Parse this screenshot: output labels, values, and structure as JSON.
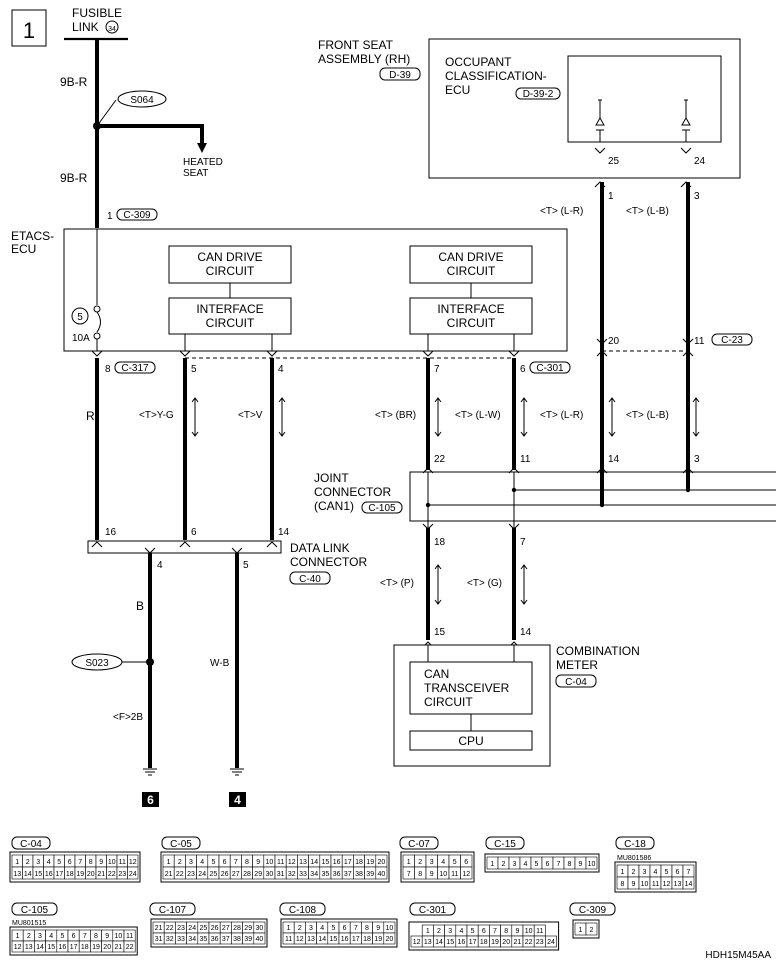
{
  "page_number": "1",
  "drawing_id": "HDH15M45AA",
  "fusible_link": {
    "label_line1": "FUSIBLE",
    "label_line2": "LINK",
    "number": "34"
  },
  "splices": {
    "s064": "S064",
    "s023": "S023"
  },
  "wires": {
    "top_1": "9B-R",
    "top_2": "9B-R",
    "r": "R",
    "b": "B",
    "wb": "W-B",
    "f2b": "<F>2B",
    "t_yg": "<T>Y-G",
    "t_v": "<T>V",
    "t_br": "<T> (BR)",
    "t_lw": "<T> (L-W)",
    "t_lr": "<T> (L-R)",
    "t_lb": "<T> (L-B)",
    "t_lr_top": "<T> (L-R)",
    "t_lb_top": "<T> (L-B)",
    "t_p": "<T> (P)",
    "t_g": "<T> (G)"
  },
  "heated_seat": {
    "line1": "HEATED",
    "line2": "SEAT"
  },
  "etacs": {
    "label_line1": "ETACS-",
    "label_line2": "ECU",
    "fuse_number": "5",
    "fuse_rating": "10A",
    "blocks": [
      {
        "line1": "CAN DRIVE",
        "line2": "CIRCUIT"
      },
      {
        "line1": "INTERFACE",
        "line2": "CIRCUIT"
      },
      {
        "line1": "CAN DRIVE",
        "line2": "CIRCUIT"
      },
      {
        "line1": "INTERFACE",
        "line2": "CIRCUIT"
      }
    ]
  },
  "front_seat": {
    "label_line1": "FRONT SEAT",
    "label_line2": "ASSEMBLY (RH)",
    "connector": "D-39",
    "ecu_line1": "OCCUPANT",
    "ecu_line2": "CLASSIFICATION-",
    "ecu_line3": "ECU",
    "ecu_connector": "D-39-2"
  },
  "joint_connector": {
    "line1": "JOINT",
    "line2": "CONNECTOR",
    "line3": "(CAN1)",
    "connector": "C-105"
  },
  "data_link_connector": {
    "line1": "DATA LINK",
    "line2": "CONNECTOR",
    "connector": "C-40"
  },
  "combination_meter": {
    "line1": "COMBINATION",
    "line2": "METER",
    "connector": "C-04",
    "transceiver_line1": "CAN",
    "transceiver_line2": "TRANSCEIVER",
    "transceiver_line3": "CIRCUIT",
    "cpu": "CPU"
  },
  "pins": {
    "c309_pin": "1",
    "c309": "C-309",
    "c317_pin": "8",
    "c317": "C-317",
    "etacs_5": "5",
    "etacs_4": "4",
    "etacs_7": "7",
    "c301_pin": "6",
    "c301": "C-301",
    "seat_25": "25",
    "seat_24": "24",
    "seat_1": "1",
    "seat_3": "3",
    "c23_20": "20",
    "c23_11": "11",
    "c23": "C-23",
    "j_22": "22",
    "j_11": "11",
    "j_14": "14",
    "j_3": "3",
    "j_18": "18",
    "j_7": "7",
    "dl_16": "16",
    "dl_6": "6",
    "dl_14": "14",
    "dl_4": "4",
    "dl_5": "5",
    "cm_15": "15",
    "cm_14": "14"
  },
  "grounds": {
    "g6": "6",
    "g4": "4"
  },
  "connector_views": [
    {
      "id": "C-04",
      "part": "",
      "rows": [
        [
          "1",
          "2",
          "3",
          "4",
          "5",
          "6",
          "7",
          "8",
          "9",
          "10",
          "11",
          "12"
        ],
        [
          "13",
          "14",
          "15",
          "16",
          "17",
          "18",
          "19",
          "20",
          "21",
          "22",
          "23",
          "24"
        ]
      ]
    },
    {
      "id": "C-05",
      "part": "",
      "rows": [
        [
          "1",
          "2",
          "3",
          "4",
          "5",
          "6",
          "7",
          "8",
          "9",
          "10",
          "11",
          "12",
          "13",
          "14",
          "15",
          "16",
          "17",
          "18",
          "19",
          "20"
        ],
        [
          "21",
          "22",
          "23",
          "24",
          "25",
          "26",
          "27",
          "28",
          "29",
          "30",
          "31",
          "32",
          "33",
          "34",
          "35",
          "36",
          "37",
          "38",
          "39",
          "40"
        ]
      ]
    },
    {
      "id": "C-07",
      "part": "",
      "rows": [
        [
          "1",
          "2",
          "3",
          "4",
          "5",
          "6"
        ],
        [
          "7",
          "8",
          "9",
          "10",
          "11",
          "12"
        ]
      ]
    },
    {
      "id": "C-15",
      "part": "",
      "rows": [
        [
          "1",
          "2",
          "3",
          "4",
          "5",
          "6",
          "7",
          "8",
          "9",
          "10"
        ]
      ]
    },
    {
      "id": "C-18",
      "part": "MU801586",
      "rows": [
        [
          "1",
          "2",
          "3",
          "4",
          "5",
          "6",
          "7"
        ],
        [
          "8",
          "9",
          "10",
          "11",
          "12",
          "13",
          "14"
        ]
      ]
    },
    {
      "id": "C-105",
      "part": "MU801515",
      "rows": [
        [
          "1",
          "2",
          "3",
          "4",
          "5",
          "6",
          "7",
          "8",
          "9",
          "10",
          "11"
        ],
        [
          "12",
          "13",
          "14",
          "15",
          "16",
          "17",
          "18",
          "19",
          "20",
          "21",
          "22"
        ]
      ]
    },
    {
      "id": "C-107",
      "part": "",
      "rows": [
        [
          "21",
          "22",
          "23",
          "24",
          "25",
          "26",
          "27",
          "28",
          "29",
          "30"
        ],
        [
          "31",
          "32",
          "33",
          "34",
          "35",
          "36",
          "37",
          "38",
          "39",
          "40"
        ]
      ]
    },
    {
      "id": "C-108",
      "part": "",
      "rows": [
        [
          "1",
          "2",
          "3",
          "4",
          "5",
          "6",
          "7",
          "8",
          "9",
          "10"
        ],
        [
          "11",
          "12",
          "13",
          "14",
          "15",
          "16",
          "17",
          "18",
          "19",
          "20"
        ]
      ]
    },
    {
      "id": "C-301",
      "part": "",
      "rows": [
        [
          "1",
          "2",
          "3",
          "4",
          "5",
          "6",
          "7",
          "8",
          "9",
          "10",
          "11"
        ],
        [
          "12",
          "13",
          "14",
          "15",
          "16",
          "17",
          "18",
          "19",
          "20",
          "21",
          "22",
          "23",
          "24"
        ]
      ]
    },
    {
      "id": "C-309",
      "part": "",
      "rows": [
        [
          "1",
          "2"
        ]
      ]
    }
  ]
}
